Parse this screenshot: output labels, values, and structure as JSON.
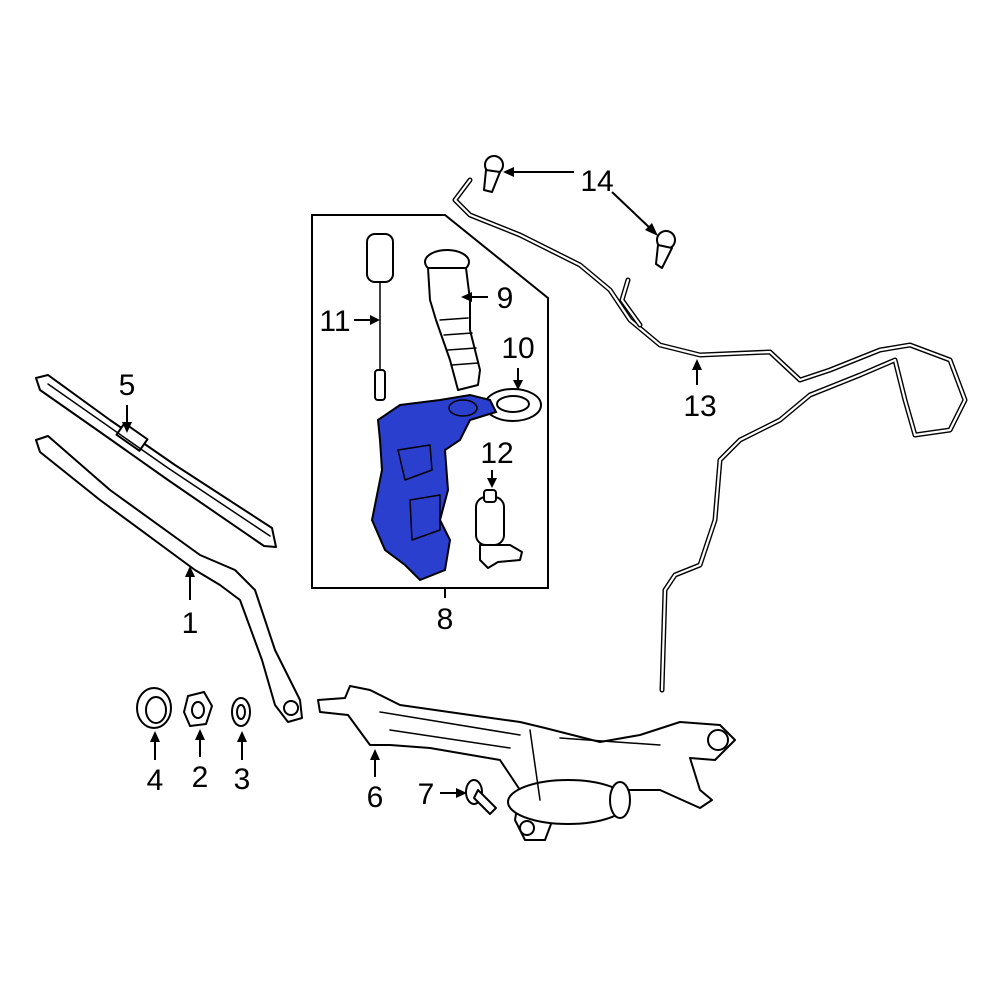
{
  "diagram": {
    "highlight_color": "#2b3fcf",
    "highlighted_part": "8",
    "callouts": {
      "c1": "1",
      "c2": "2",
      "c3": "3",
      "c4": "4",
      "c5": "5",
      "c6": "6",
      "c7": "7",
      "c8": "8",
      "c9": "9",
      "c10": "10",
      "c11": "11",
      "c12": "12",
      "c13": "13",
      "c14": "14"
    }
  }
}
